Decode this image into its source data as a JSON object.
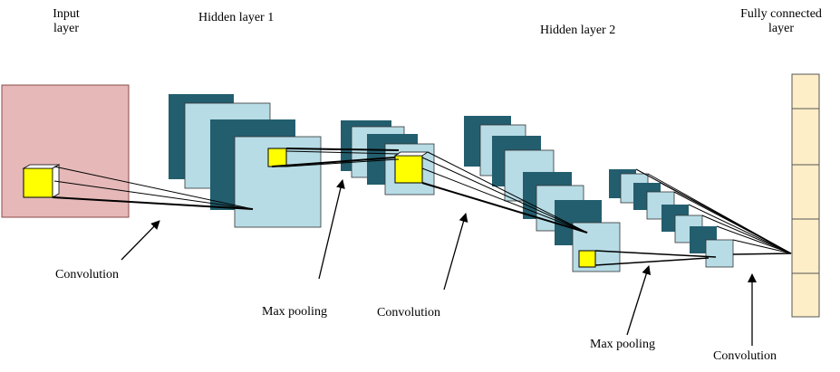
{
  "labels": {
    "input_layer": "Input\nlayer",
    "hidden_layer_1": "Hidden layer 1",
    "hidden_layer_2": "Hidden layer 2",
    "fully_connected_layer": "Fully connected\nlayer",
    "convolution_1": "Convolution",
    "max_pooling_1": "Max pooling",
    "convolution_2": "Convolution",
    "max_pooling_2": "Max pooling",
    "convolution_3": "Convolution"
  },
  "colors": {
    "input_fill": "#e6b8b8",
    "input_stroke": "#8a4a4a",
    "dark_map": "#235e6e",
    "light_map": "#b7dce6",
    "kernel": "#ffff00",
    "fc_fill": "#fdeec8",
    "line": "#000000"
  }
}
